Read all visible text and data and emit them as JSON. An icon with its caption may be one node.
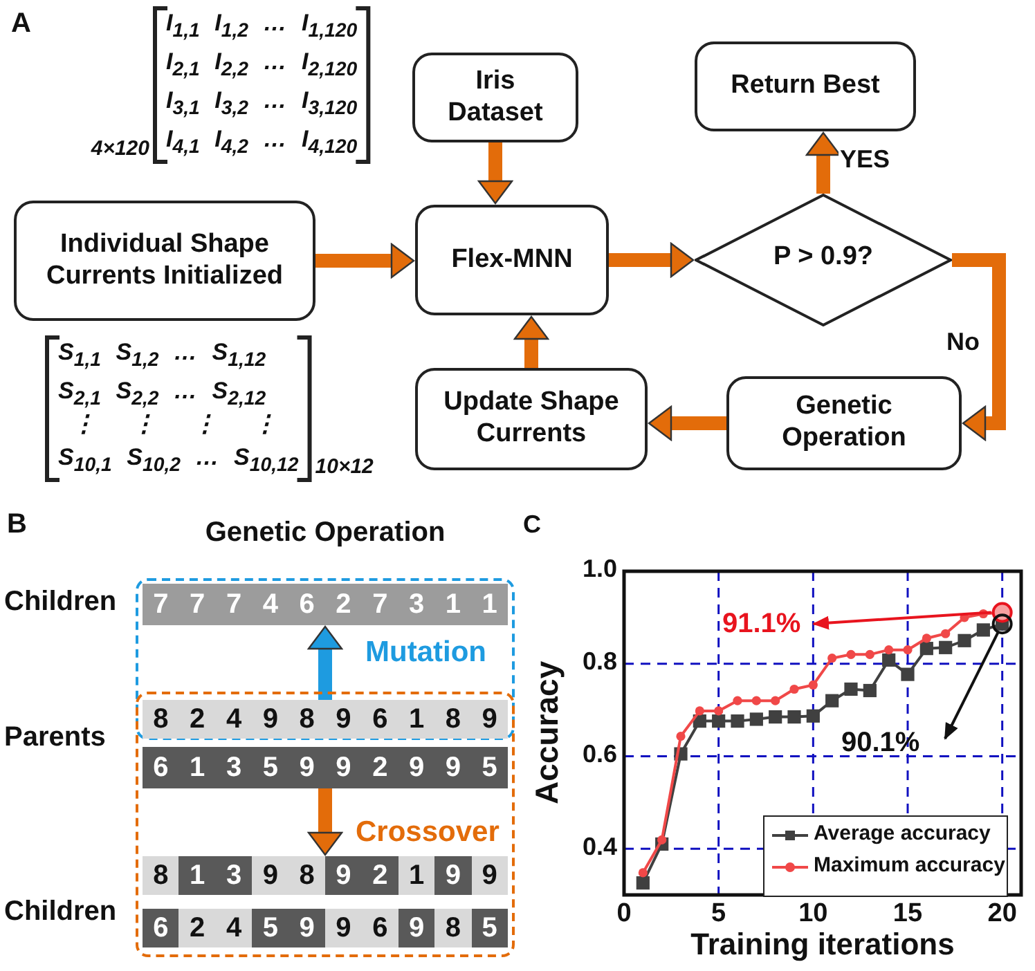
{
  "diagram": {
    "nodes": [
      {
        "text": [
          "Individual Shape Currents Initialized"
        ]
      },
      {
        "text": [
          "Iris Dataset"
        ]
      },
      {
        "text": [
          "Flex-MNN"
        ]
      },
      {
        "text": [
          "Return Best"
        ]
      },
      {
        "text": [
          "P > 0.9?"
        ]
      },
      {
        "text": [
          "Genetic Operation"
        ]
      },
      {
        "text": [
          "Update Shape Currents"
        ]
      },
      {
        "text": [
          "Mutation"
        ]
      },
      {
        "text": [
          "7 7 7 4 6 2 7 3 1 1"
        ],
        "in": 7
      },
      {
        "text": [
          "8 2 4 9 8 9 6 1 8 9"
        ]
      },
      {
        "text": [
          "Crossover"
        ]
      },
      {
        "text": [
          "6 1 3 5 9 9 2 9 9 5"
        ],
        "in": 10
      },
      {
        "text": [
          "8 1 3 9 8 9 2 1 9 9"
        ],
        "in": 10
      },
      {
        "text": [
          "6 2 4 5 9 9 6 9 8 5"
        ],
        "in": 10
      }
    ],
    "edges": [
      {
        "from": 0,
        "to": 2,
        "arrow": "to"
      },
      {
        "from": 1,
        "to": 2,
        "arrow": "to"
      },
      {
        "from": 2,
        "to": 4,
        "arrow": "to"
      },
      {
        "from": 4,
        "to": 3,
        "arrow": "to",
        "label": "YES"
      },
      {
        "from": 4,
        "to": 5,
        "arrow": "to",
        "label": "No"
      },
      {
        "from": 5,
        "to": 6,
        "arrow": "to"
      },
      {
        "from": 6,
        "to": 2,
        "arrow": "to"
      },
      {
        "from": 9,
        "to": 8,
        "arrow": "to",
        "color": "#1e9be0"
      },
      {
        "from": 11,
        "to": 12,
        "arrow": "to"
      }
    ],
    "labels": [
      "A",
      "I$_{1,1}$ I$_{1,2}$ … I$_{1,120}$",
      "I$_{2,1}$ I$_{2,2}$ … I$_{2,120}$",
      "I$_{3,1}$ I$_{3,2}$ … I$_{3,120}$",
      "I$_{4,1}$ I$_{4,2}$ … I$_{4,120}$",
      "4×120",
      "S$_{1,1}$ S$_{1,2}$ … S$_{1,12}$",
      "S$_{2,1}$ S$_{2,2}$ … S$_{2,12}$",
      "⋮ ⋮ ⋮ ⋮",
      "S$_{10,1}$ S$_{10,2}$ … S$_{10,12}$",
      "10×12",
      "B",
      "Genetic Operation",
      "Children",
      "Parents",
      "Children",
      "C"
    ],
    "chart_data": {
      "type": "line",
      "xlabel": "Training iterations",
      "ylabel": "Accuracy",
      "x": [
        1,
        2,
        3,
        4,
        5,
        6,
        7,
        8,
        9,
        10,
        11,
        12,
        13,
        14,
        15,
        16,
        17,
        18,
        19,
        20
      ],
      "series": [
        {
          "name": "Average accuracy",
          "color": "#404040",
          "marker": "square",
          "values": [
            0.326,
            0.41,
            0.605,
            0.676,
            0.676,
            0.676,
            0.68,
            0.685,
            0.685,
            0.687,
            0.72,
            0.745,
            0.742,
            0.808,
            0.777,
            0.833,
            0.835,
            0.85,
            0.873,
            0.886
          ]
        },
        {
          "name": "Maximum accuracy",
          "color": "#f04848",
          "marker": "circle",
          "values": [
            0.348,
            0.419,
            0.643,
            0.698,
            0.698,
            0.72,
            0.72,
            0.72,
            0.745,
            0.754,
            0.812,
            0.82,
            0.82,
            0.83,
            0.83,
            0.855,
            0.865,
            0.9,
            0.908,
            0.911
          ]
        }
      ],
      "xlim": [
        0,
        21
      ],
      "ylim": [
        0.3,
        1.0
      ],
      "xticks": [
        0,
        5,
        10,
        15,
        20
      ],
      "yticks": [
        0.4,
        0.6,
        0.8,
        {
          "value": 1.0,
          "label": "1.0"
        }
      ],
      "grid": true,
      "legend": true,
      "annotations": [
        {
          "text": "91.1%",
          "x": 20,
          "y": 0.911
        },
        {
          "text": "90.1%",
          "x": 20,
          "y": 0.886
        }
      ]
    }
  }
}
